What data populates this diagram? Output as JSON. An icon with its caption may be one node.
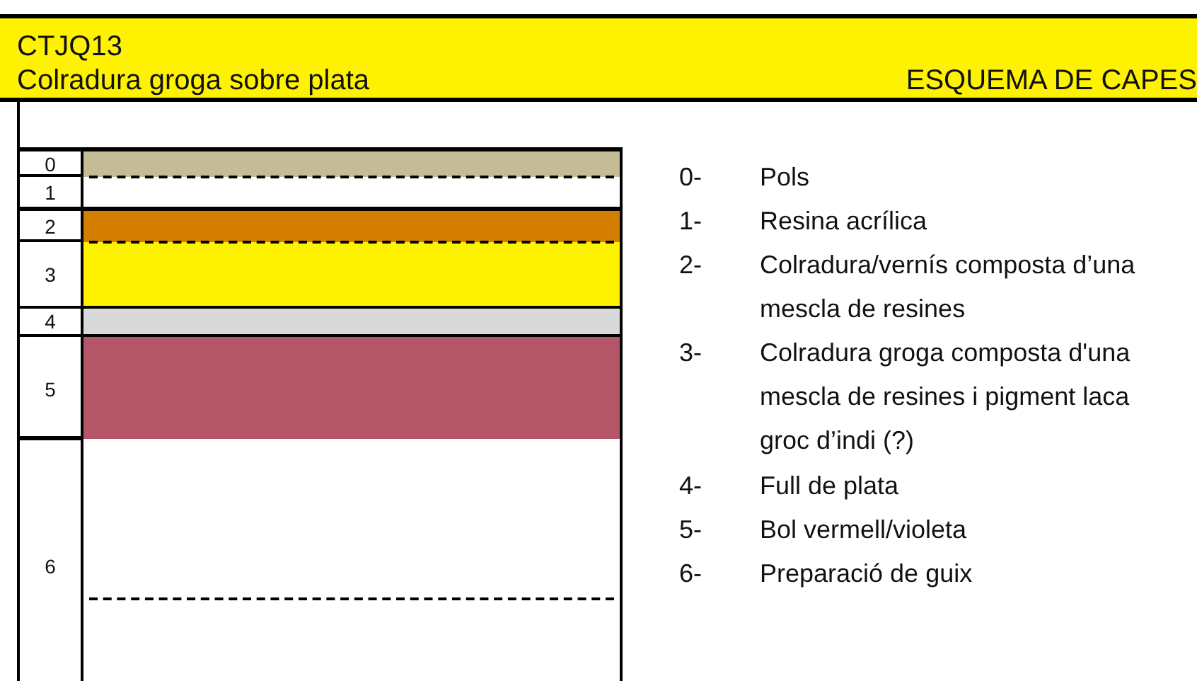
{
  "diagram": {
    "nodes": [
      {
        "text": [
          "0"
        ]
      },
      {
        "text": [
          "1"
        ]
      },
      {
        "text": [
          "2"
        ]
      },
      {
        "text": [
          "3"
        ]
      },
      {
        "text": [
          "4"
        ]
      },
      {
        "text": [
          "5"
        ]
      },
      {
        "text": [
          "6"
        ]
      }
    ],
    "labels": [
      "CTJQ13",
      "Colradura groga sobre plata",
      "ESQUEMA DE CAPES",
      "0-",
      "Pols",
      "1-",
      "Resina acrílica",
      "2-",
      "Colradura/vernís composta d’una mescla de resines",
      "3-",
      "Colradura groga composta d'una mescla de resines i pigment laca groc d’indi (?)",
      "4-",
      "Full de plata",
      "5-",
      "Bol vermell/violeta",
      "6-",
      "Preparació de guix"
    ]
  }
}
